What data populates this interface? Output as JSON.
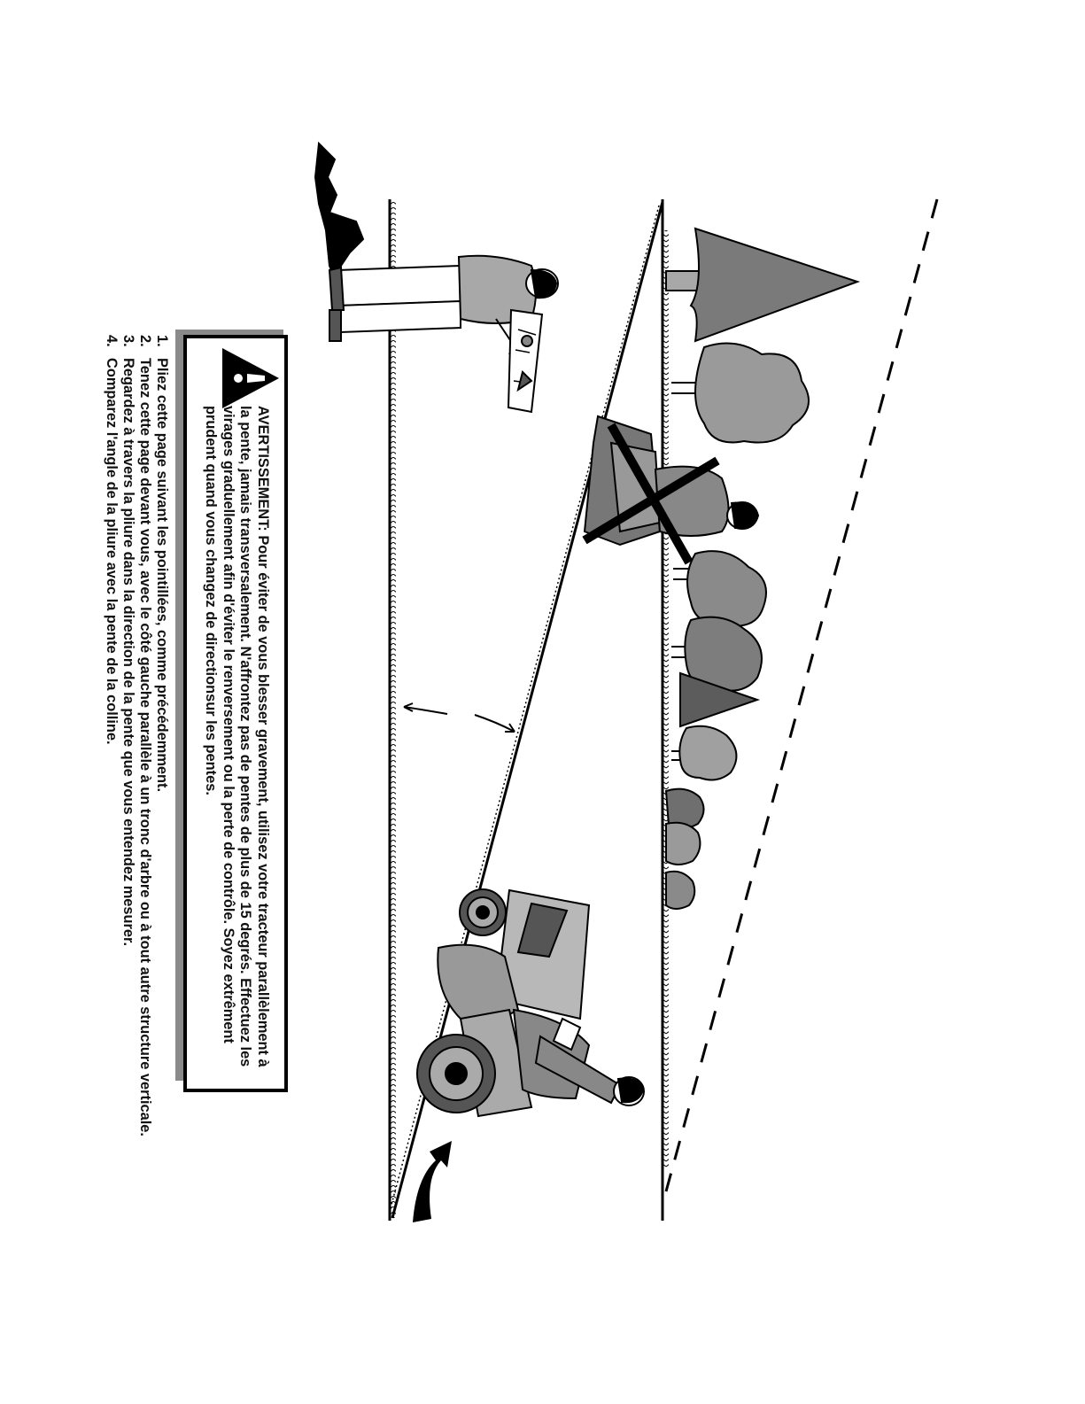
{
  "warning": {
    "heading": "AVERTISSEMENT:",
    "text": "Pour éviter de vous blesser gravement, utilisez votre tracteur parallèlement à la pente, jamais transversalement. N'affrontez pas de pentes de plus de 15 degrés. Effectuez les virages graduellement afin d'éviter le renversement ou la perte de contrôle. Soyez extrêment prudent quand vous changez de directionsur les pentes.",
    "icon": "warning-triangle-icon"
  },
  "steps": [
    {
      "num": "1.",
      "text": "Pliez cette page suivant les pointillées, comme précédemment."
    },
    {
      "num": "2.",
      "text": "Tenez cette page devant vous, avec le côté gauche parallèle à un tronc d'arbre ou à tout autre structure verticale."
    },
    {
      "num": "3.",
      "text": "Regardez à travers la pliure dans la direction de la pente que vous entendez mesurer."
    },
    {
      "num": "4.",
      "text": "Comparez l'angle de la pliure avec la pente de la colline."
    }
  ]
}
